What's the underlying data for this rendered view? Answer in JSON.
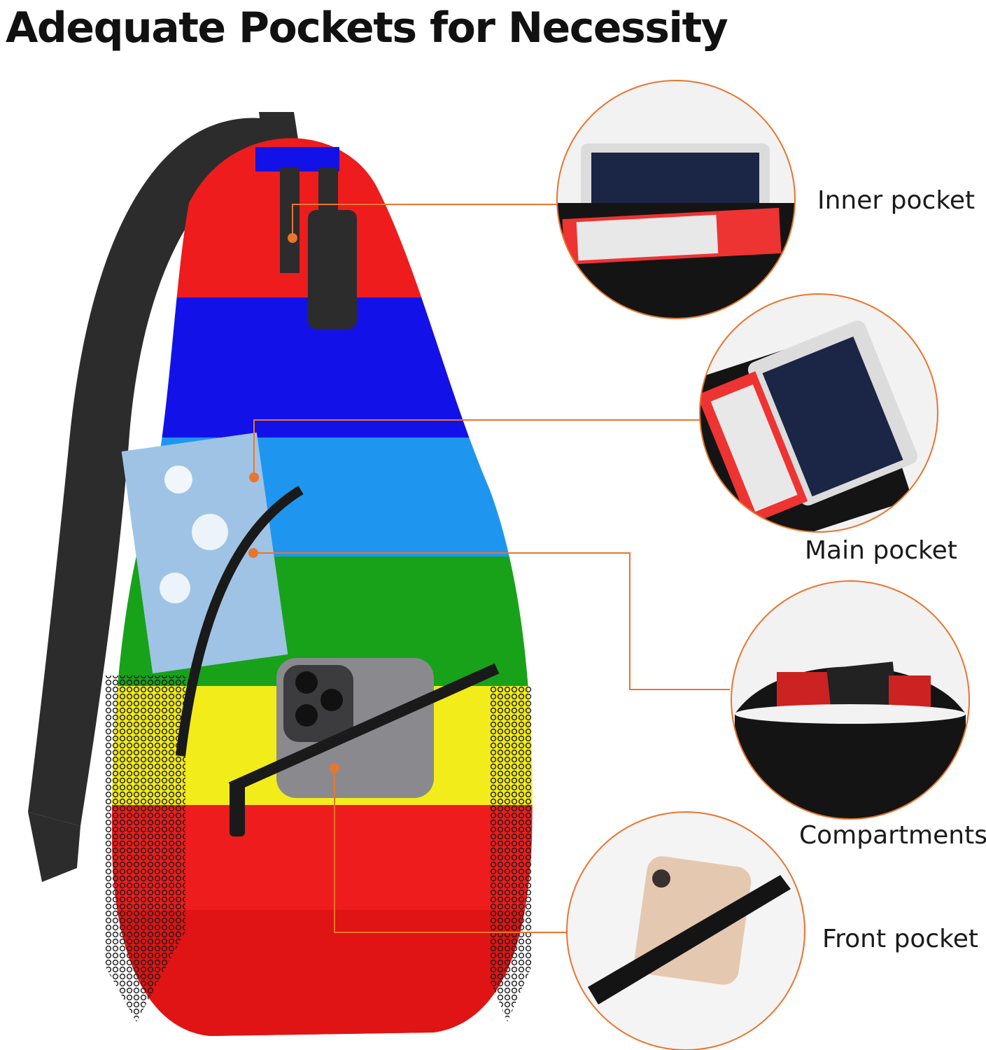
{
  "headline": "Adequate Pockets for Necessity",
  "colors": {
    "accent_line": "#e8752e",
    "bag_stripes": [
      "#ee1c1c",
      "#1212e8",
      "#1e96f0",
      "#17a21a",
      "#f2ec1a",
      "#ee1c1c"
    ],
    "strap": "#2c2c2c"
  },
  "callouts": [
    {
      "label": "Inner pocket",
      "icon": "inner-pocket-detail"
    },
    {
      "label": "Main pocket",
      "icon": "main-pocket-detail"
    },
    {
      "label": "Compartments",
      "icon": "compartments-detail"
    },
    {
      "label": "Front pocket",
      "icon": "front-pocket-detail"
    }
  ]
}
